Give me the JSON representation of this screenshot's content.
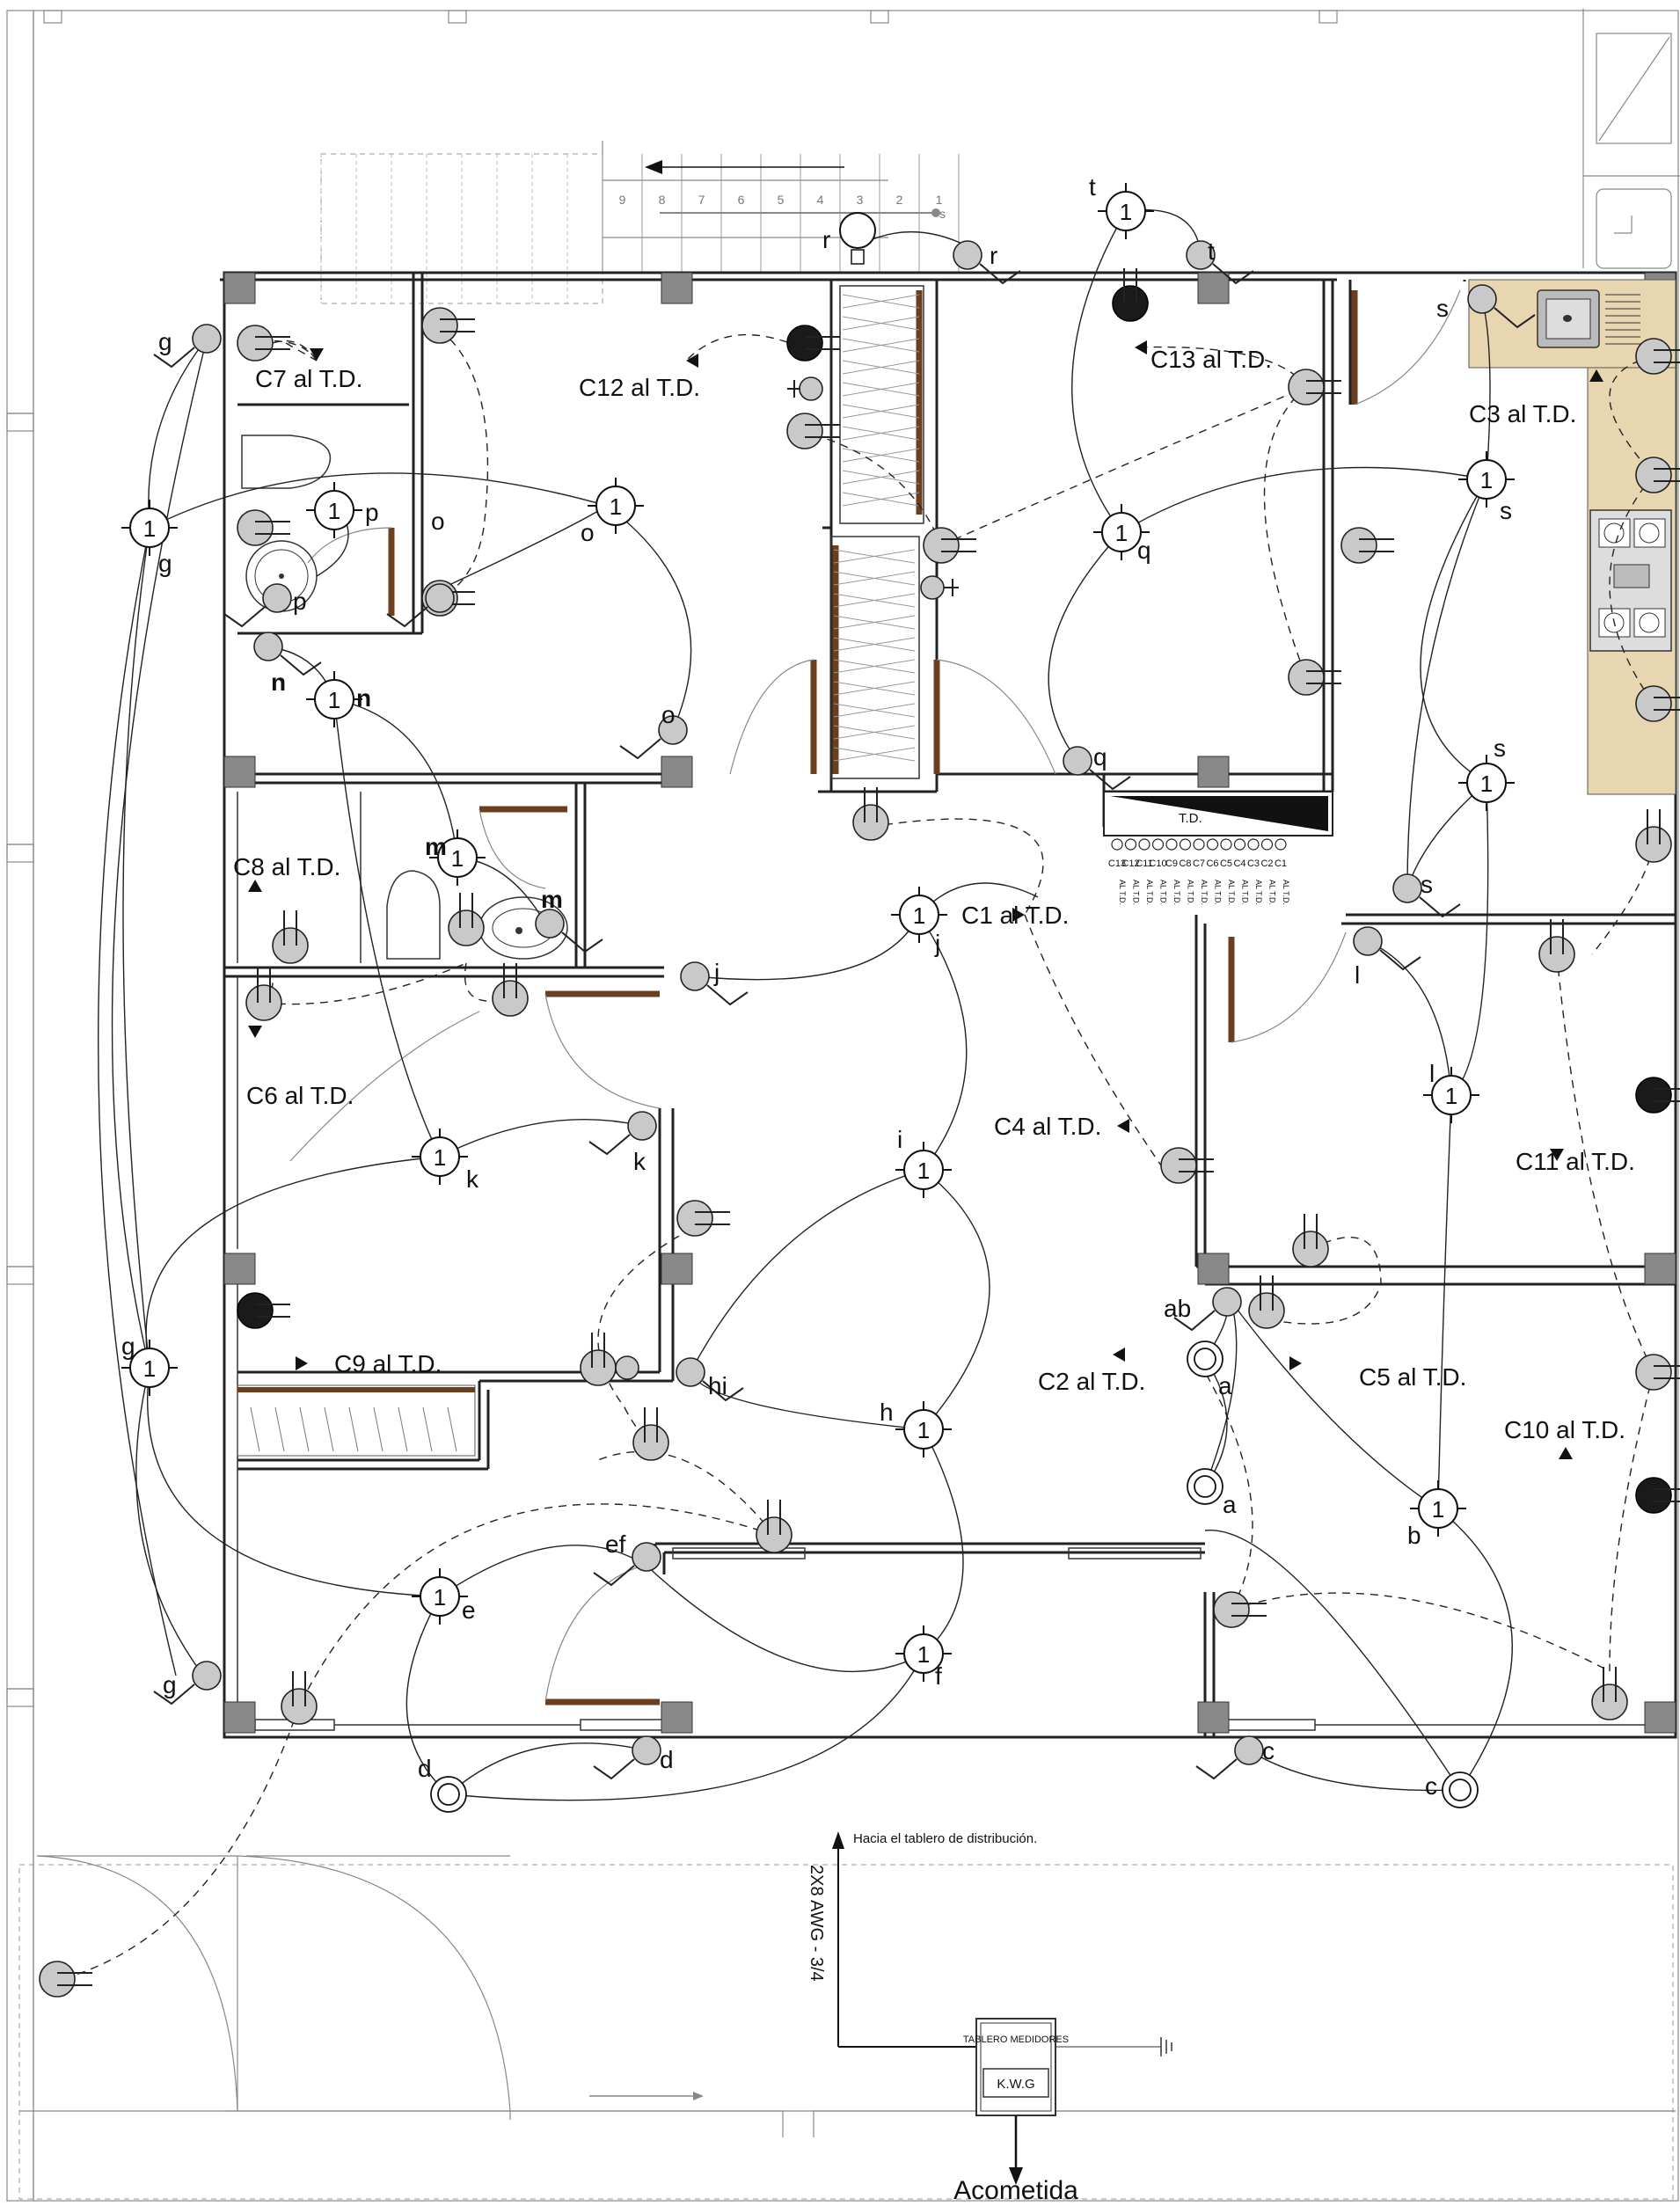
{
  "circuits": {
    "c1": "C1 al  T.D.",
    "c2": "C2 al  T.D.",
    "c3": "C3 al  T.D.",
    "c4": "C4 al  T.D.",
    "c5": "C5 al  T.D.",
    "c6": "C6 al  T.D.",
    "c7": "C7 al  T.D.",
    "c8": "C8 al  T.D.",
    "c9": "C9 al  T.D.",
    "c10": "C10 al  T.D.",
    "c11": "C11 al  T.D.",
    "c12": "C12 al  T.D.",
    "c13": "C13 al  T.D."
  },
  "panel": {
    "title": "T.D.",
    "circuit_labels": [
      "C13",
      "C12",
      "C11",
      "C10",
      "C9",
      "C8",
      "C7",
      "C6",
      "C5",
      "C4",
      "C3",
      "C2",
      "C1"
    ],
    "circuit_dest": "AL T.D."
  },
  "luminaire_number": "1",
  "switch_letters": {
    "a": "a",
    "ab": "ab",
    "b": "b",
    "c": "c",
    "d": "d",
    "e": "e",
    "ef": "ef",
    "f": "f",
    "g": "g",
    "h": "h",
    "hi": "hi",
    "i": "i",
    "j": "j",
    "k": "k",
    "l": "l",
    "m": "m",
    "n": "n",
    "o": "o",
    "p": "p",
    "q": "q",
    "r": "r",
    "s": "s",
    "t": "t"
  },
  "stairs": {
    "steps": [
      "9",
      "8",
      "7",
      "6",
      "5",
      "4",
      "3",
      "2",
      "1"
    ],
    "arrow_label": "s"
  },
  "feeder": {
    "note": "Hacia el tablero de distribución.",
    "cable": "2X8 AWG - 3/4",
    "meter_box_title": "TABLERO MEDIDORES",
    "meter_box_code": "K.W.G",
    "service_entry": "Acometida"
  }
}
